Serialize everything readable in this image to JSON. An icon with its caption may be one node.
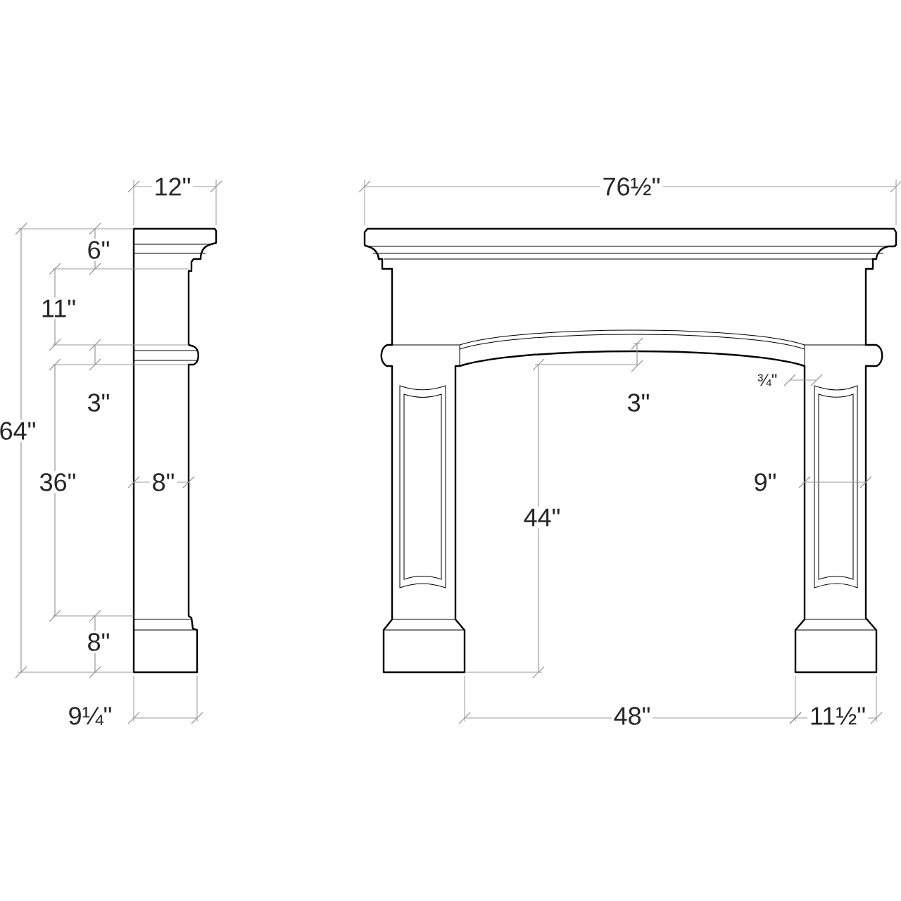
{
  "diagram": {
    "labels": [
      "12\"",
      "76½\"",
      "6\"",
      "11\"",
      "¾\"",
      "3\"",
      "3\"",
      "64\"",
      "36\"",
      "8\"",
      "9\"",
      "44\"",
      "8\"",
      "9¼\"",
      "48\"",
      "11½\""
    ]
  }
}
